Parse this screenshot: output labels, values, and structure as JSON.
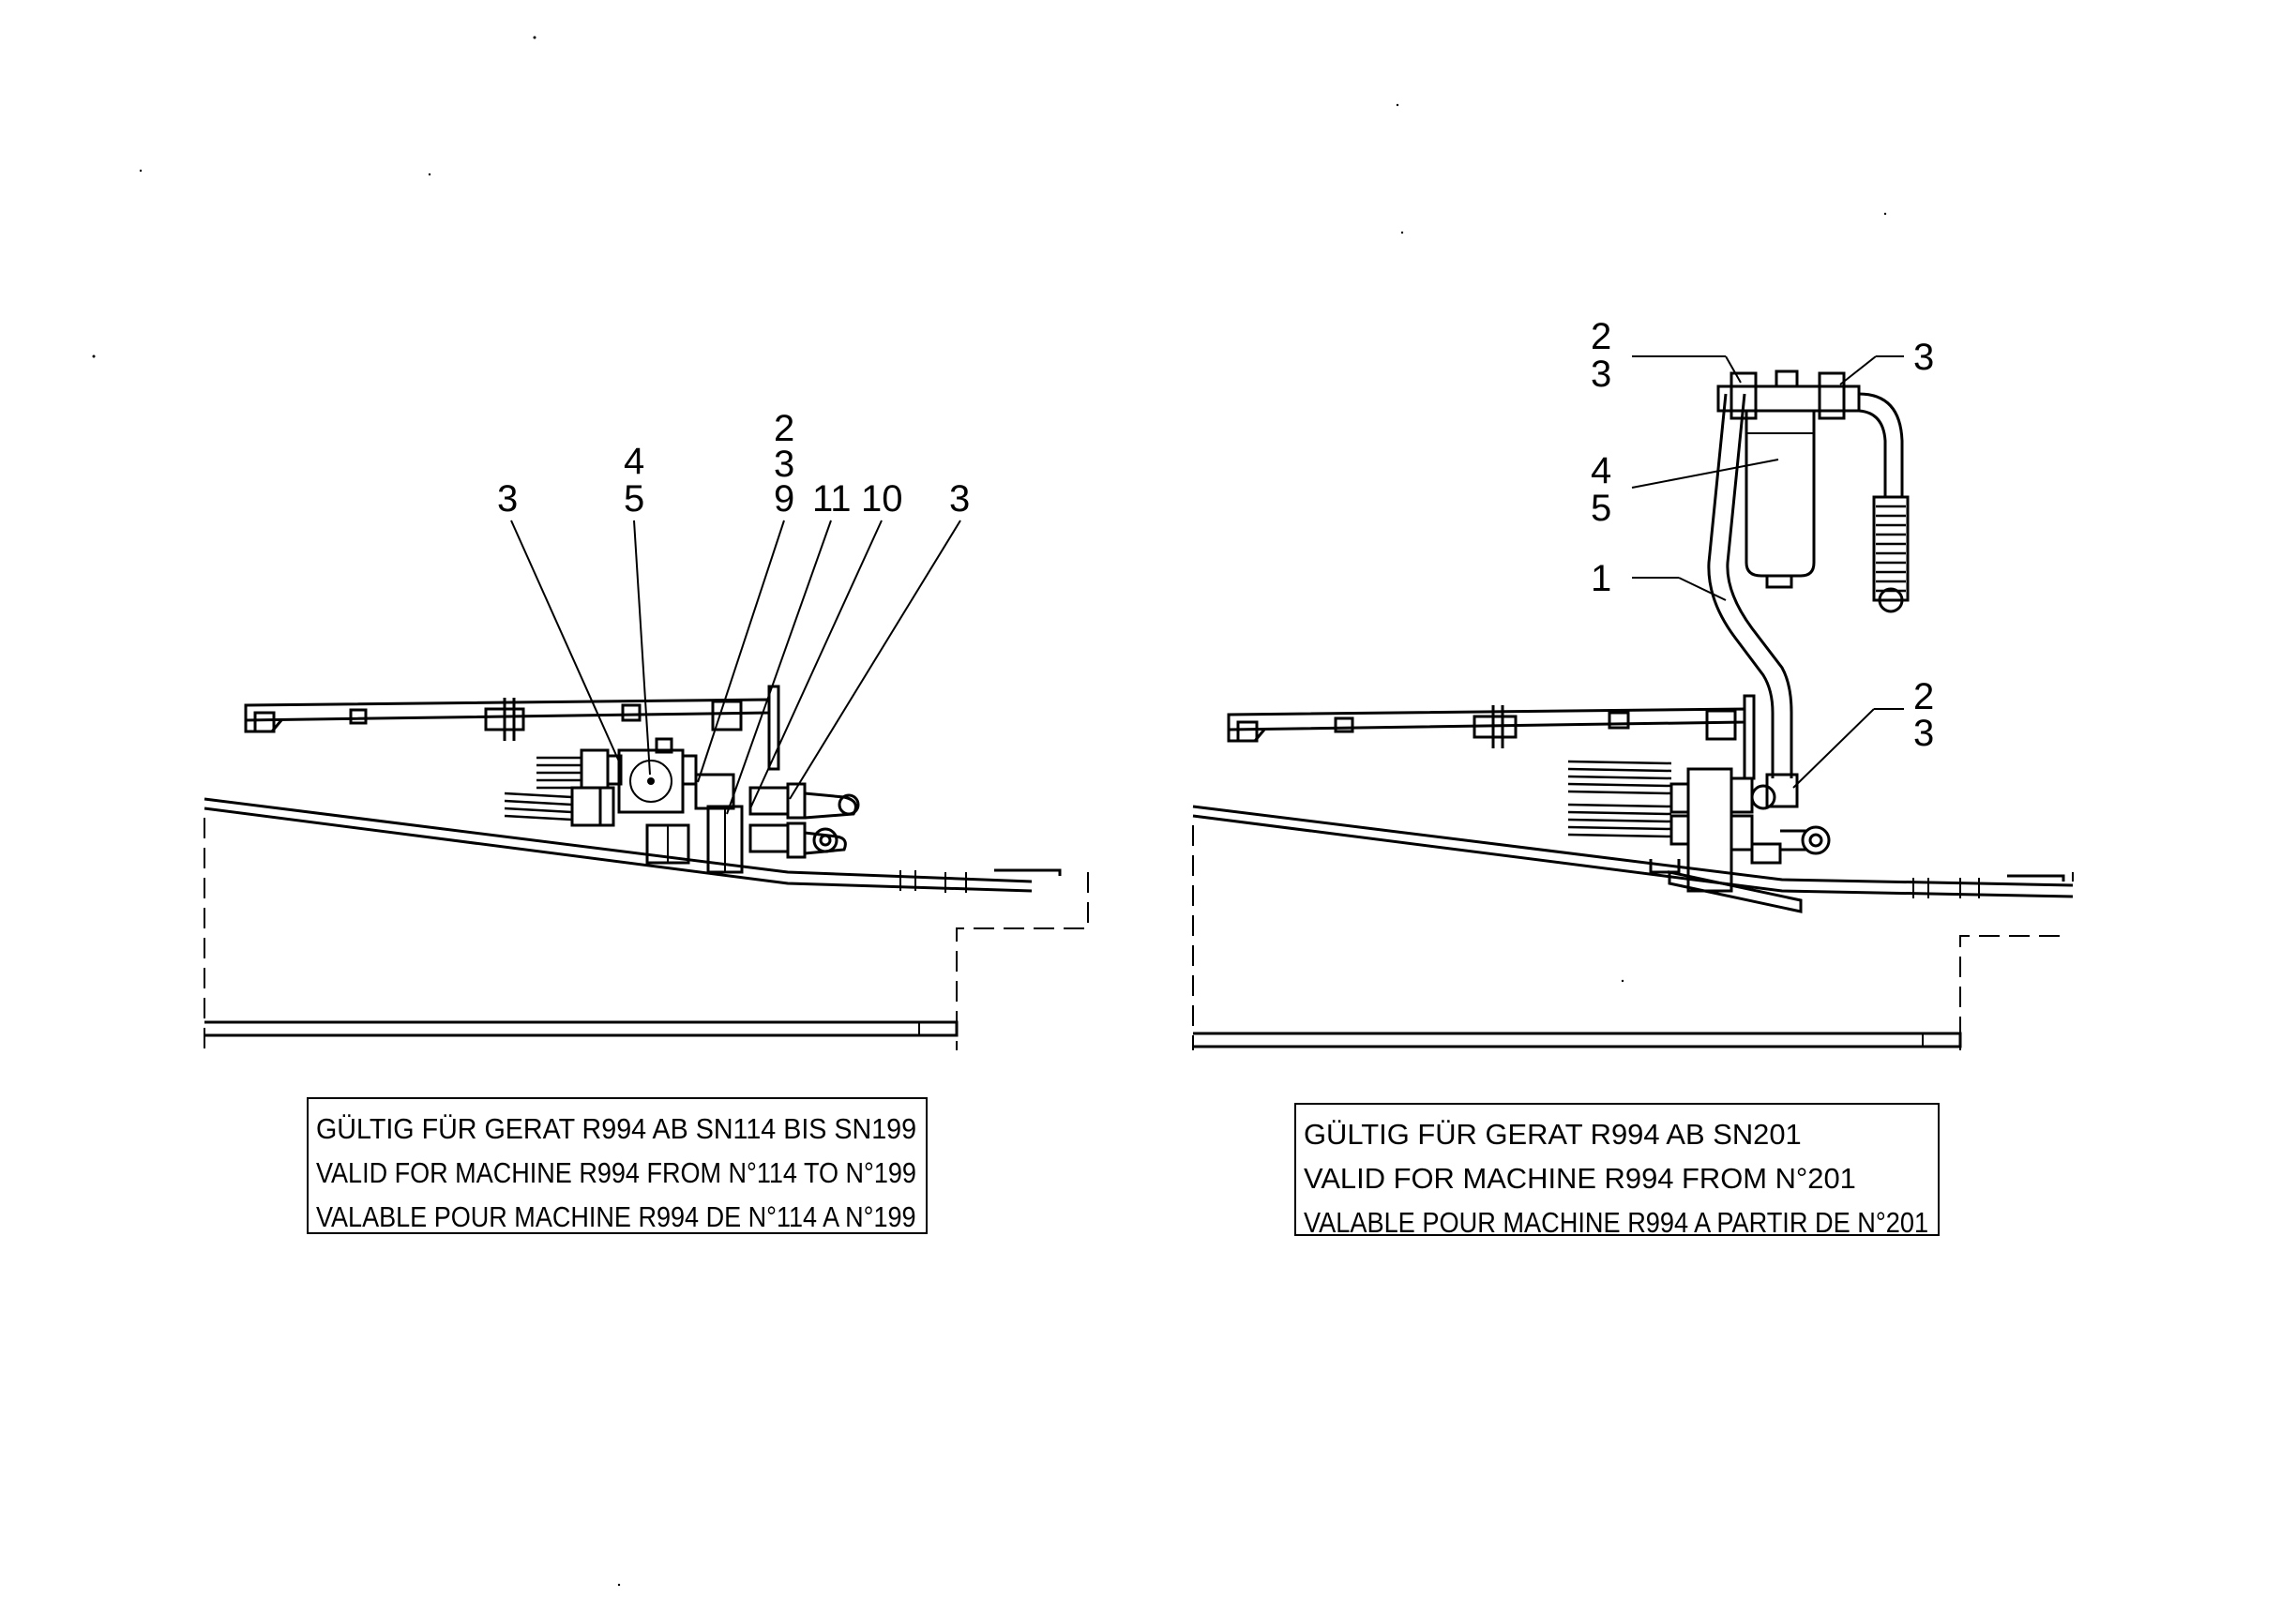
{
  "left_view": {
    "callouts": [
      "3",
      "4",
      "5",
      "2",
      "3",
      "9",
      "11",
      "10",
      "3"
    ],
    "validity": [
      "GÜLTIG FÜR GERAT R994 AB SN114 BIS SN199",
      "VALID FOR MACHINE R994 FROM N°114 TO N°199",
      "VALABLE POUR MACHINE R994 DE N°114 A N°199"
    ]
  },
  "right_view": {
    "callouts": [
      "2",
      "3",
      "3",
      "4",
      "5",
      "1",
      "2",
      "3"
    ],
    "validity": [
      "GÜLTIG FÜR GERAT R994 AB SN201",
      "VALID FOR MACHINE R994 FROM N°201",
      "VALABLE POUR MACHINE R994 A PARTIR DE N°201"
    ]
  }
}
